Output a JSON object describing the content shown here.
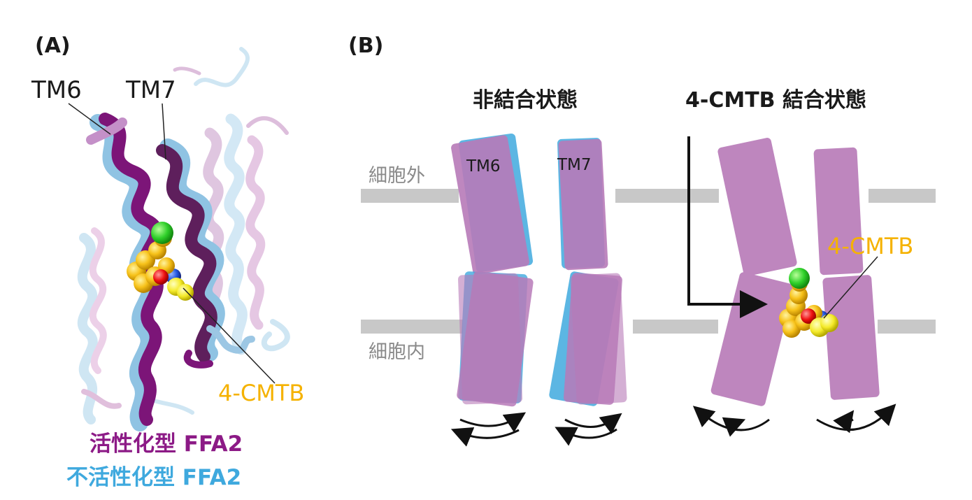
{
  "panel_a": {
    "label": "(A)",
    "tm6": "TM6",
    "tm7": "TM7",
    "ligand": "4-CMTB",
    "legend_active": "活性化型 FFA2",
    "legend_inactive": "不活性化型 FFA2"
  },
  "panel_b": {
    "label": "(B)",
    "unbound_title": "非結合状態",
    "bound_title": "4-CMTB 結合状態",
    "extracellular": "細胞外",
    "intracellular": "細胞内",
    "tm6": "TM6",
    "tm7": "TM7",
    "ligand": "4-CMTB"
  },
  "colors": {
    "active": "#8c1a86",
    "inactive": "#3fa9de",
    "ligand": "#f5b200",
    "helix_fill": "#b77ab8",
    "membrane": "#c8c8c8"
  }
}
